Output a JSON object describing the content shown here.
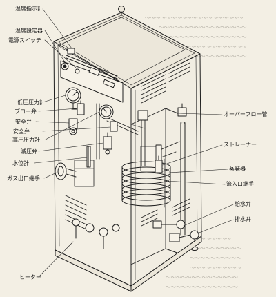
{
  "labels": {
    "temp_indicator": "温度指示計",
    "temp_setter": "温度設定器",
    "power_switch": "電源スイッチ",
    "low_pressure_gauge": "低圧圧力計",
    "blow_valve": "ブロー弁",
    "safety_valve": "安全弁",
    "safety_valve_2": "安全弁",
    "high_pressure_gauge": "高圧圧力計",
    "pressure_reducing_valve": "減圧弁",
    "water_level_gauge": "水位計",
    "gas_outlet_fitting": "ガス出口継手",
    "overflow_pipe": "オーバーフロー管",
    "strainer": "ストレーナー",
    "evaporator": "蒸発器",
    "inflow_fitting": "流入口継手",
    "water_supply_valve": "給水弁",
    "drain_valve": "排水弁",
    "heater": "ヒーター"
  }
}
